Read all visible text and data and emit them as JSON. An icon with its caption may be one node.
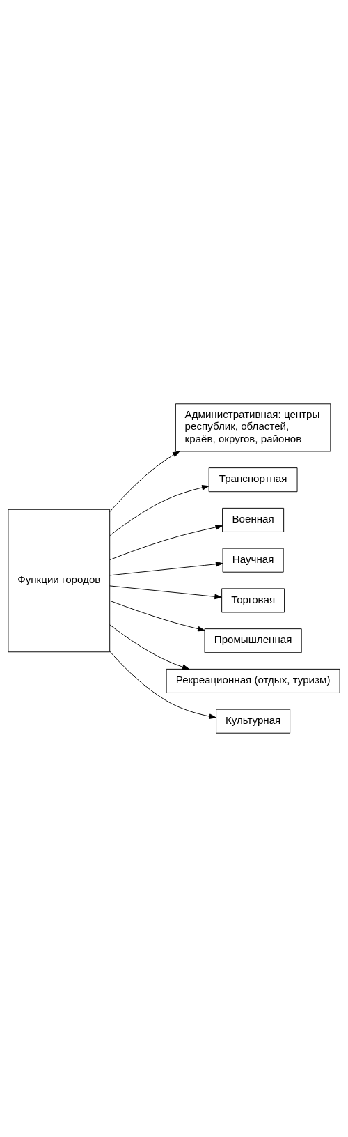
{
  "diagram": {
    "nodes": [
      {
        "text": [
          "Функции городов"
        ]
      },
      {
        "text": [
          "Административная: центры республик, областей, краёв, округов, районов"
        ]
      },
      {
        "text": [
          "Транспортная"
        ]
      },
      {
        "text": [
          "Военная"
        ]
      },
      {
        "text": [
          "Научная"
        ]
      },
      {
        "text": [
          "Торговая"
        ]
      },
      {
        "text": [
          "Промышленная"
        ]
      },
      {
        "text": [
          "Рекреационная (отдых, туризм)"
        ]
      },
      {
        "text": [
          "Культурная"
        ]
      }
    ],
    "edges": [
      {
        "from": 0,
        "to": 1,
        "arrow": "to"
      },
      {
        "from": 0,
        "to": 2,
        "arrow": "to"
      },
      {
        "from": 0,
        "to": 3,
        "arrow": "to"
      },
      {
        "from": 0,
        "to": 4,
        "arrow": "to"
      },
      {
        "from": 0,
        "to": 5,
        "arrow": "to"
      },
      {
        "from": 0,
        "to": 6,
        "arrow": "to"
      },
      {
        "from": 0,
        "to": 7,
        "arrow": "to"
      },
      {
        "from": 0,
        "to": 8,
        "arrow": "to"
      }
    ]
  }
}
